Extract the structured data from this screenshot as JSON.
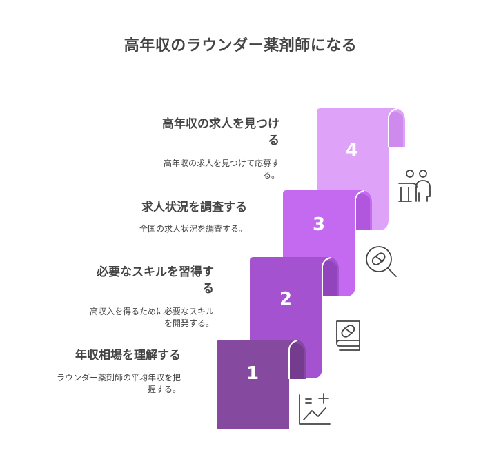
{
  "title": "高年収のラウンダー薬剤師になる",
  "steps": [
    {
      "number": "1",
      "title": "年収相場を理解する",
      "description": "ラウンダー薬剤師の平均年収を把握する。",
      "icon": "chart-icon",
      "color": "#8549a0"
    },
    {
      "number": "2",
      "title": "必要なスキルを習得する",
      "description": "高収入を得るために必要なスキルを開発する。",
      "icon": "book-icon",
      "color": "#a452cf"
    },
    {
      "number": "3",
      "title": "求人状況を調査する",
      "description": "全国の求人状況を調査する。",
      "icon": "magnifier-icon",
      "color": "#c46af0"
    },
    {
      "number": "4",
      "title": "高年収の求人を見つける",
      "description": "高年収の求人を見つけて応募する。",
      "icon": "people-icon",
      "color": "#dea3f8"
    }
  ]
}
